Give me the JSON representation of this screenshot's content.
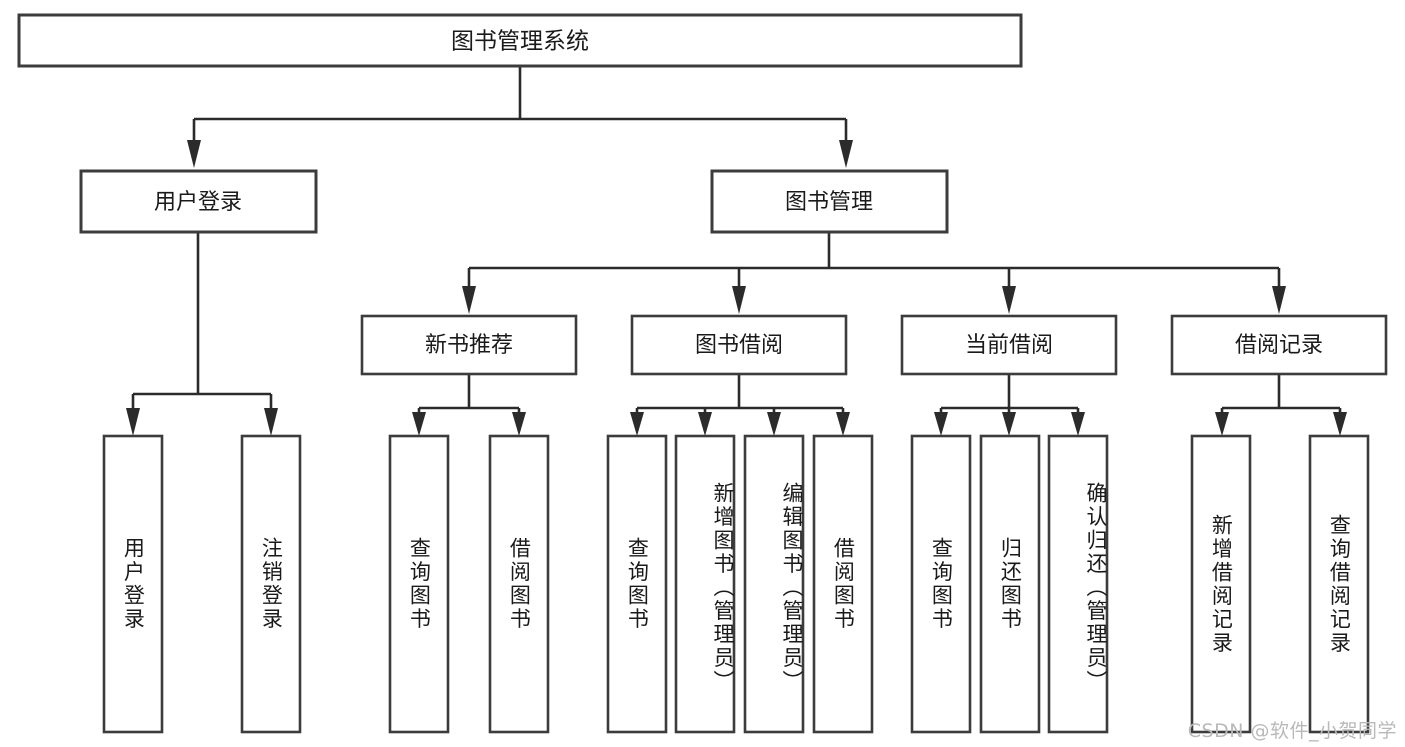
{
  "diagram": {
    "title": "图书管理系统",
    "type": "tree",
    "watermark": "CSDN @软件_小贺同学",
    "root": {
      "label": "图书管理系统"
    },
    "level2": [
      {
        "label": "用户登录"
      },
      {
        "label": "图书管理"
      }
    ],
    "level3": [
      {
        "label": "新书推荐"
      },
      {
        "label": "图书借阅"
      },
      {
        "label": "当前借阅"
      },
      {
        "label": "借阅记录"
      }
    ],
    "leaves": {
      "user_login": [
        {
          "label": "用户登录"
        },
        {
          "label": "注销登录"
        }
      ],
      "new_book_recommend": [
        {
          "label": "查询图书"
        },
        {
          "label": "借阅图书"
        }
      ],
      "book_borrow": [
        {
          "label": "查询图书"
        },
        {
          "label": "新增图书（管理员）"
        },
        {
          "label": "编辑图书（管理员）"
        },
        {
          "label": "借阅图书"
        }
      ],
      "current_borrow": [
        {
          "label": "查询图书"
        },
        {
          "label": "归还图书"
        },
        {
          "label": "确认归还（管理员）"
        }
      ],
      "borrow_record": [
        {
          "label": "新增借阅记录"
        },
        {
          "label": "查询借阅记录"
        }
      ]
    },
    "colors": {
      "box_stroke": "#3c3c3c",
      "line": "#2b2b2b",
      "background": "#ffffff",
      "text": "#1a1a1a",
      "watermark": "#b9b9b9"
    }
  }
}
